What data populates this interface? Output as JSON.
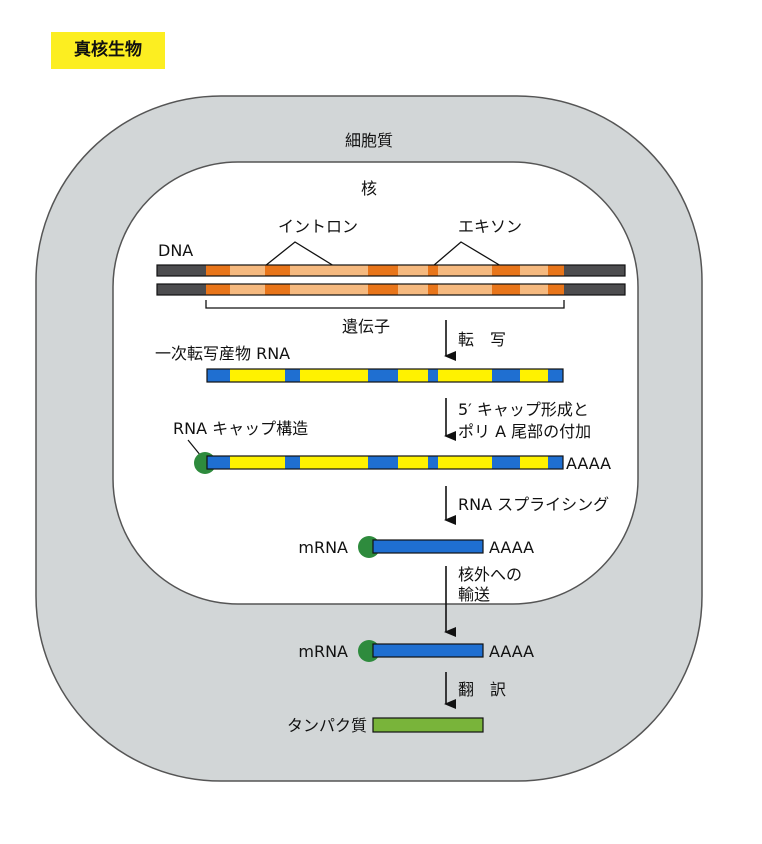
{
  "title": "真核生物",
  "labels": {
    "cytoplasm": "細胞質",
    "nucleus": "核",
    "intron": "イントロン",
    "exon": "エキソン",
    "dna": "DNA",
    "gene": "遺伝子",
    "primary_transcript": "一次転写産物 RNA",
    "cap_structure": "RNA キャップ構造",
    "mrna_nucleus": "mRNA",
    "mrna_cytoplasm": "mRNA",
    "protein": "タンパク質"
  },
  "steps": {
    "transcription": "転　写",
    "capping_line1": "5′ キャップ形成と",
    "capping_line2": "ポリ A 尾部の付加",
    "splicing": "RNA スプライシング",
    "export_line1": "核外への",
    "export_line2": "輸送",
    "translation": "翻　訳"
  },
  "poly_a": {
    "tail1": "AAAA",
    "tail2": "AAAA",
    "tail3": "AAAA"
  },
  "colors": {
    "cytoplasm": "#d2d6d7",
    "exon": "#e8751a",
    "intron": "#f5b97f",
    "flank": "#4d4d4f",
    "rna_exon": "#1f6fd1",
    "rna_intron": "#fff200",
    "cap": "#2e8b3d",
    "protein": "#79b43a",
    "badge": "#fcee21"
  }
}
